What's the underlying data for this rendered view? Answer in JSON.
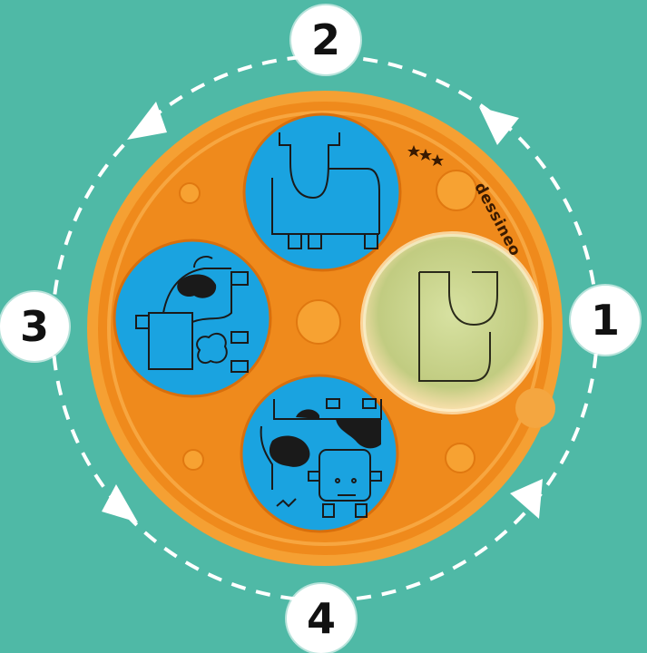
{
  "colors": {
    "background": "#4fb9a6",
    "board_orange": "#f28c1e",
    "board_dark_orange": "#e07810",
    "window_blue": "#1aa3e0",
    "line_ink": "#1a1a1a",
    "arrow_white": "#ffffff",
    "lens_green": "#c9dca0"
  },
  "steps": [
    {
      "label": "1",
      "position": "right"
    },
    {
      "label": "2",
      "position": "top"
    },
    {
      "label": "3",
      "position": "left"
    },
    {
      "label": "4",
      "position": "bottom"
    }
  ],
  "brand": {
    "text": "dessineo",
    "rating_icons": "star-icon"
  },
  "scene": {
    "subject": "rotating disc of stepwise cow drawings under a magnifier",
    "windows": [
      "cow-step-top",
      "cow-step-left",
      "cow-step-bottom"
    ],
    "lens": "magnifier-lens"
  }
}
